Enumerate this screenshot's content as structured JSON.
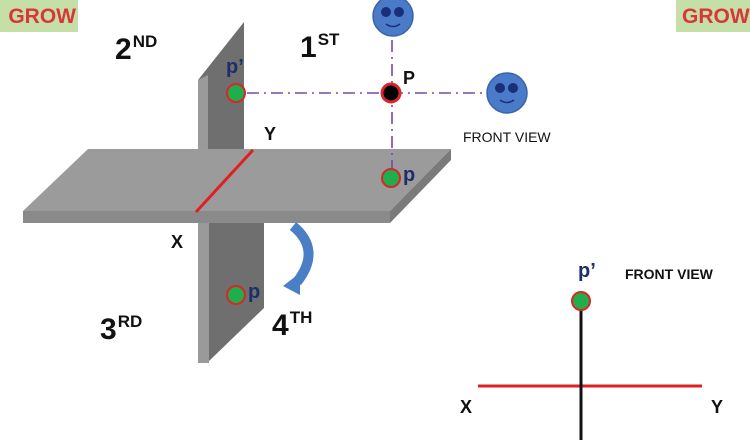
{
  "banners": {
    "left": "GROW",
    "right": "GROW"
  },
  "quadrants": {
    "first": {
      "num": "1",
      "sup": "ST"
    },
    "second": {
      "num": "2",
      "sup": "ND"
    },
    "third": {
      "num": "3",
      "sup": "RD"
    },
    "fourth": {
      "num": "4",
      "sup": "TH"
    }
  },
  "labels": {
    "point": "P",
    "front_proj": "p’",
    "top_proj": "p",
    "fourth_proj": "p",
    "x_axis": "X",
    "y_axis": "Y",
    "front_view": "FRONT VIEW"
  },
  "projection_view": {
    "point_label": "p’",
    "title": "FRONT VIEW",
    "x_label": "X",
    "y_label": "Y"
  },
  "colors": {
    "plane": "#9a9a9a",
    "plane_dark": "#6f6f6f",
    "xy_line": "#e02020",
    "point_fill": "#1fae4b",
    "point_ring": "#d9262a",
    "projector": "#7a46a8",
    "eye": "#4a7bc8",
    "arrow": "#4a7fc8"
  }
}
